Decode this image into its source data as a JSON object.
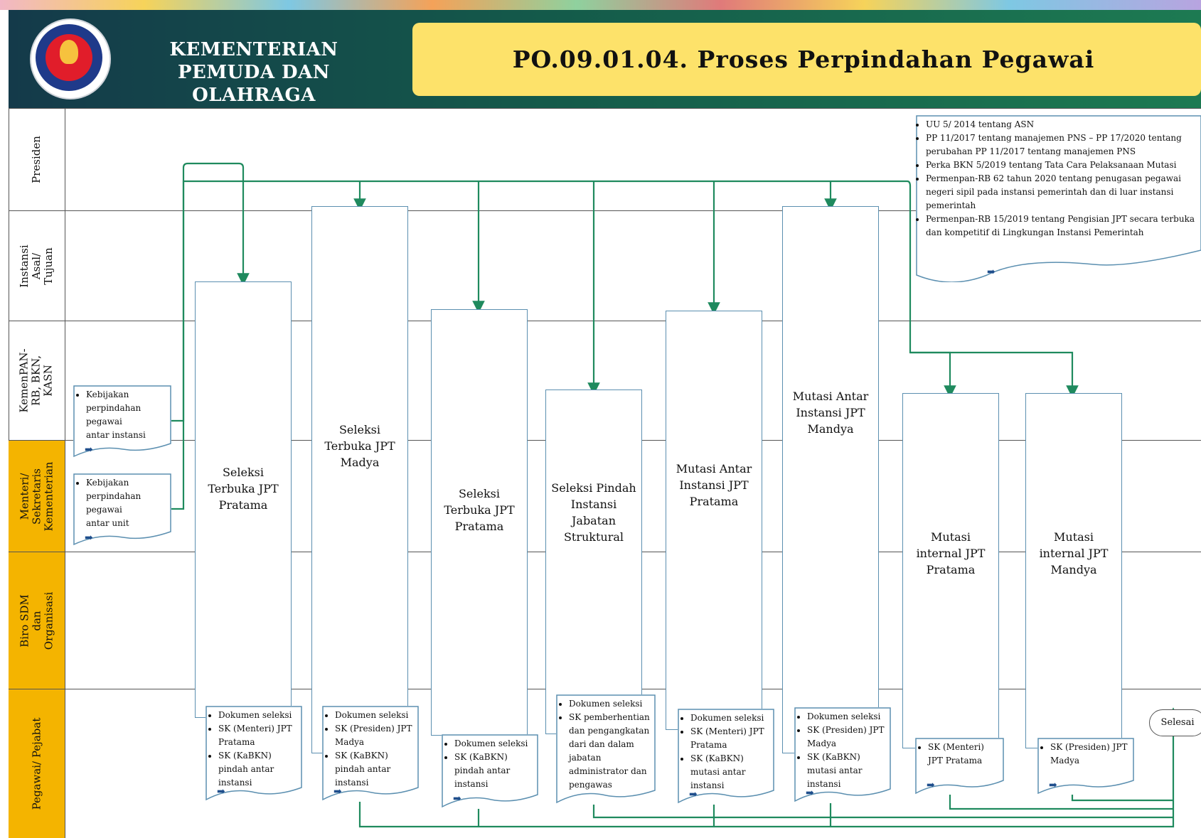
{
  "header": {
    "org_name": "KEMENTERIAN PEMUDA DAN OLAHRAGA",
    "title": "PO.09.01.04.  Proses Perpindahan  Pegawai"
  },
  "lanes": [
    {
      "label": "Presiden"
    },
    {
      "label": "Instansi Asal/ Tujuan"
    },
    {
      "label": "KemenPAN-RB, BKN, KASN"
    },
    {
      "label": "Menteri/ Sekretaris Kementerian"
    },
    {
      "label": "Biro SDM dan Organisasi"
    },
    {
      "label": "Pegawai/ Pejabat"
    }
  ],
  "regulations": {
    "items": [
      "UU 5/ 2014 tentang ASN",
      "PP 11/2017 tentang manajemen PNS – PP 17/2020 tentang perubahan PP 11/2017 tentang manajemen PNS",
      "Perka BKN 5/2019 tentang Tata Cara Pelaksanaan Mutasi",
      "Permenpan-RB 62 tahun 2020 tentang penugasan pegawai negeri sipil pada instansi pemerintah dan di luar instansi pemerintah",
      "Permenpan-RB 15/2019 tentang Pengisian JPT secara terbuka dan kompetitif di Lingkungan Instansi Pemerintah"
    ]
  },
  "inputs": [
    {
      "text": "Kebijakan perpindahan pegawai antar instansi"
    },
    {
      "text": "Kebijakan perpindahan pegawai antar unit"
    }
  ],
  "processes": [
    {
      "label": "Seleksi Terbuka JPT Pratama"
    },
    {
      "label": "Seleksi Terbuka JPT Madya"
    },
    {
      "label": "Seleksi Terbuka JPT Pratama"
    },
    {
      "label": "Seleksi Pindah Instansi Jabatan Struktural"
    },
    {
      "label": "Mutasi Antar Instansi JPT Pratama"
    },
    {
      "label": "Mutasi Antar Instansi JPT Mandya"
    },
    {
      "label": "Mutasi internal JPT Pratama"
    },
    {
      "label": "Mutasi internal JPT Mandya"
    }
  ],
  "outputs": [
    {
      "items": [
        "Dokumen seleksi",
        "SK (Menteri) JPT Pratama",
        "SK (KaBKN) pindah antar instansi"
      ]
    },
    {
      "items": [
        "Dokumen seleksi",
        "SK (Presiden) JPT Madya",
        "SK (KaBKN) pindah antar instansi"
      ]
    },
    {
      "items": [
        "Dokumen seleksi",
        "SK (KaBKN) pindah antar instansi"
      ]
    },
    {
      "items": [
        "Dokumen seleksi",
        "SK pemberhentian dan pengangkatan dari dan dalam jabatan administrator dan pengawas"
      ]
    },
    {
      "items": [
        "Dokumen seleksi",
        "SK (Menteri) JPT Pratama",
        "SK (KaBKN) mutasi antar instansi"
      ]
    },
    {
      "items": [
        "Dokumen seleksi",
        "SK (Presiden) JPT Madya",
        "SK (KaBKN) mutasi antar instansi"
      ]
    },
    {
      "items": [
        "SK (Menteri) JPT Pratama"
      ]
    },
    {
      "items": [
        "SK (Presiden) JPT Madya"
      ]
    }
  ],
  "end": {
    "label": "Selesai"
  },
  "colors": {
    "connector": "#1f8a5e",
    "process_border": "#5b8fb0",
    "lane_highlight": "#f4b400",
    "header_bg": "#145a4a",
    "title_bg": "#fde26a"
  }
}
